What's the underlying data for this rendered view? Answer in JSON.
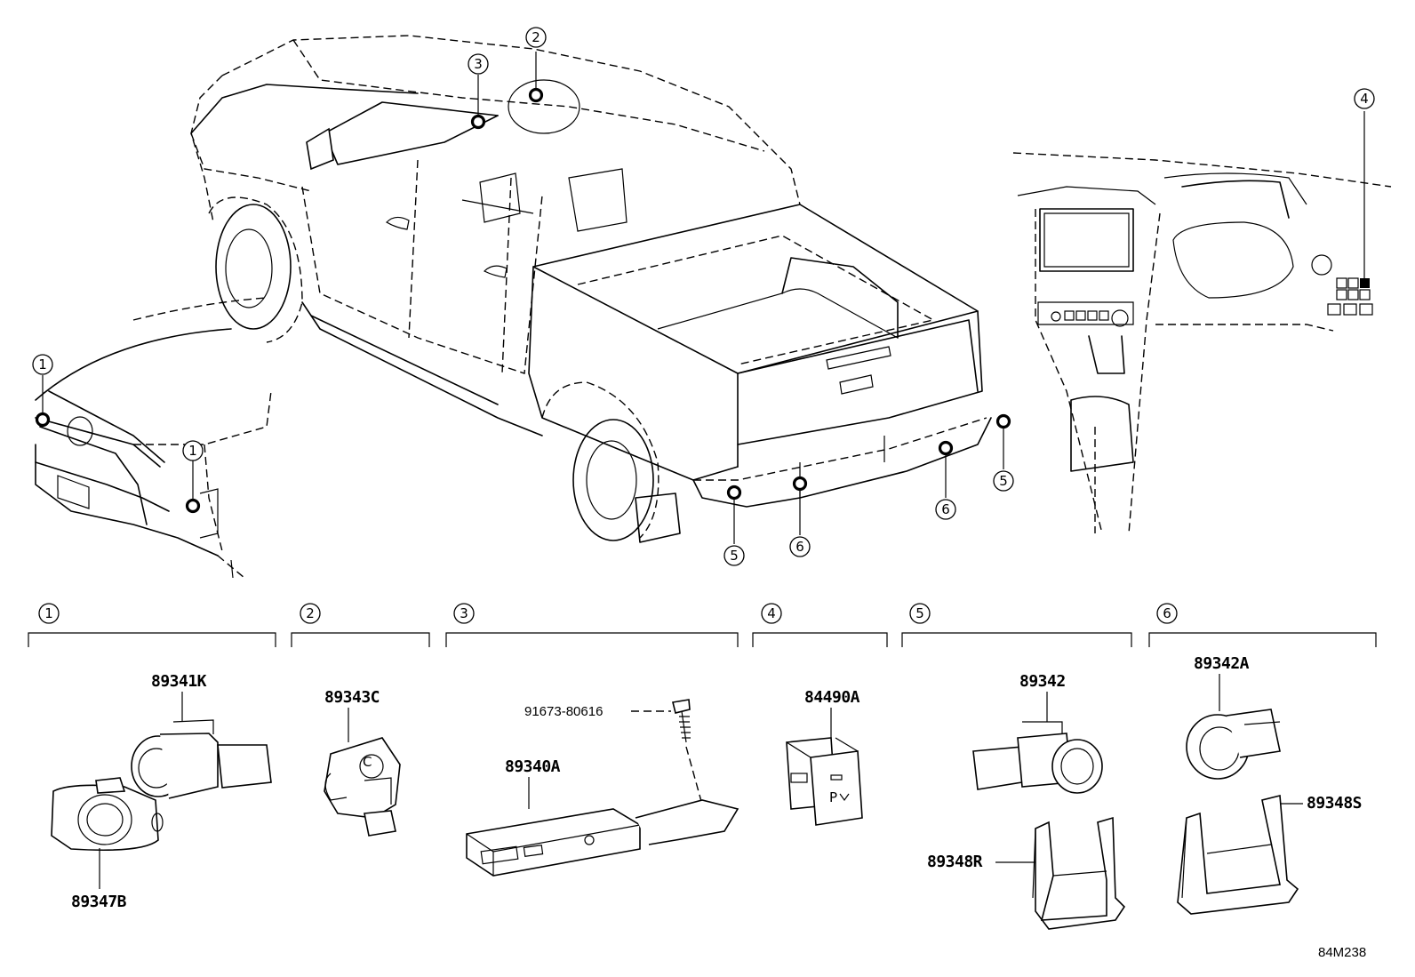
{
  "diagram_code": "84M238",
  "callouts": [
    "1",
    "2",
    "3",
    "4",
    "5",
    "6"
  ],
  "groups": [
    {
      "index": "1",
      "parts": [
        "89341K",
        "89347B"
      ]
    },
    {
      "index": "2",
      "parts": [
        "89343C"
      ]
    },
    {
      "index": "3",
      "parts": [
        "91673-80616",
        "89340A"
      ]
    },
    {
      "index": "4",
      "parts": [
        "84490A"
      ]
    },
    {
      "index": "5",
      "parts": [
        "89342",
        "89348R"
      ]
    },
    {
      "index": "6",
      "parts": [
        "89342A",
        "89348S"
      ]
    }
  ],
  "switch_icon_text": "P"
}
